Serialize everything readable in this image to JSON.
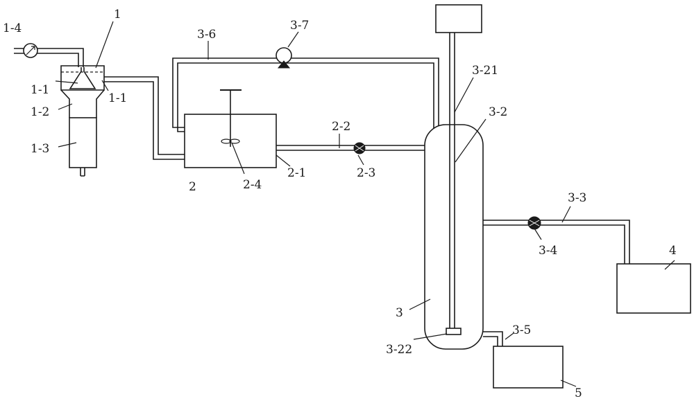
{
  "labels": {
    "l1": "1",
    "l1_4": "1-4",
    "l1_1a": "1-1",
    "l1_1b": "1-1",
    "l1_2": "1-2",
    "l1_3": "1-3",
    "l2": "2",
    "l2_1": "2-1",
    "l2_2": "2-2",
    "l2_3": "2-3",
    "l2_4": "2-4",
    "l3": "3",
    "l3_2": "3-2",
    "l3_3": "3-3",
    "l3_4": "3-4",
    "l3_5": "3-5",
    "l3_6": "3-6",
    "l3_7": "3-7",
    "l3_21": "3-21",
    "l3_22": "3-22",
    "l4": "4",
    "l5": "5"
  },
  "colors": {
    "stroke": "#1a1a1a",
    "background": "#ffffff"
  }
}
